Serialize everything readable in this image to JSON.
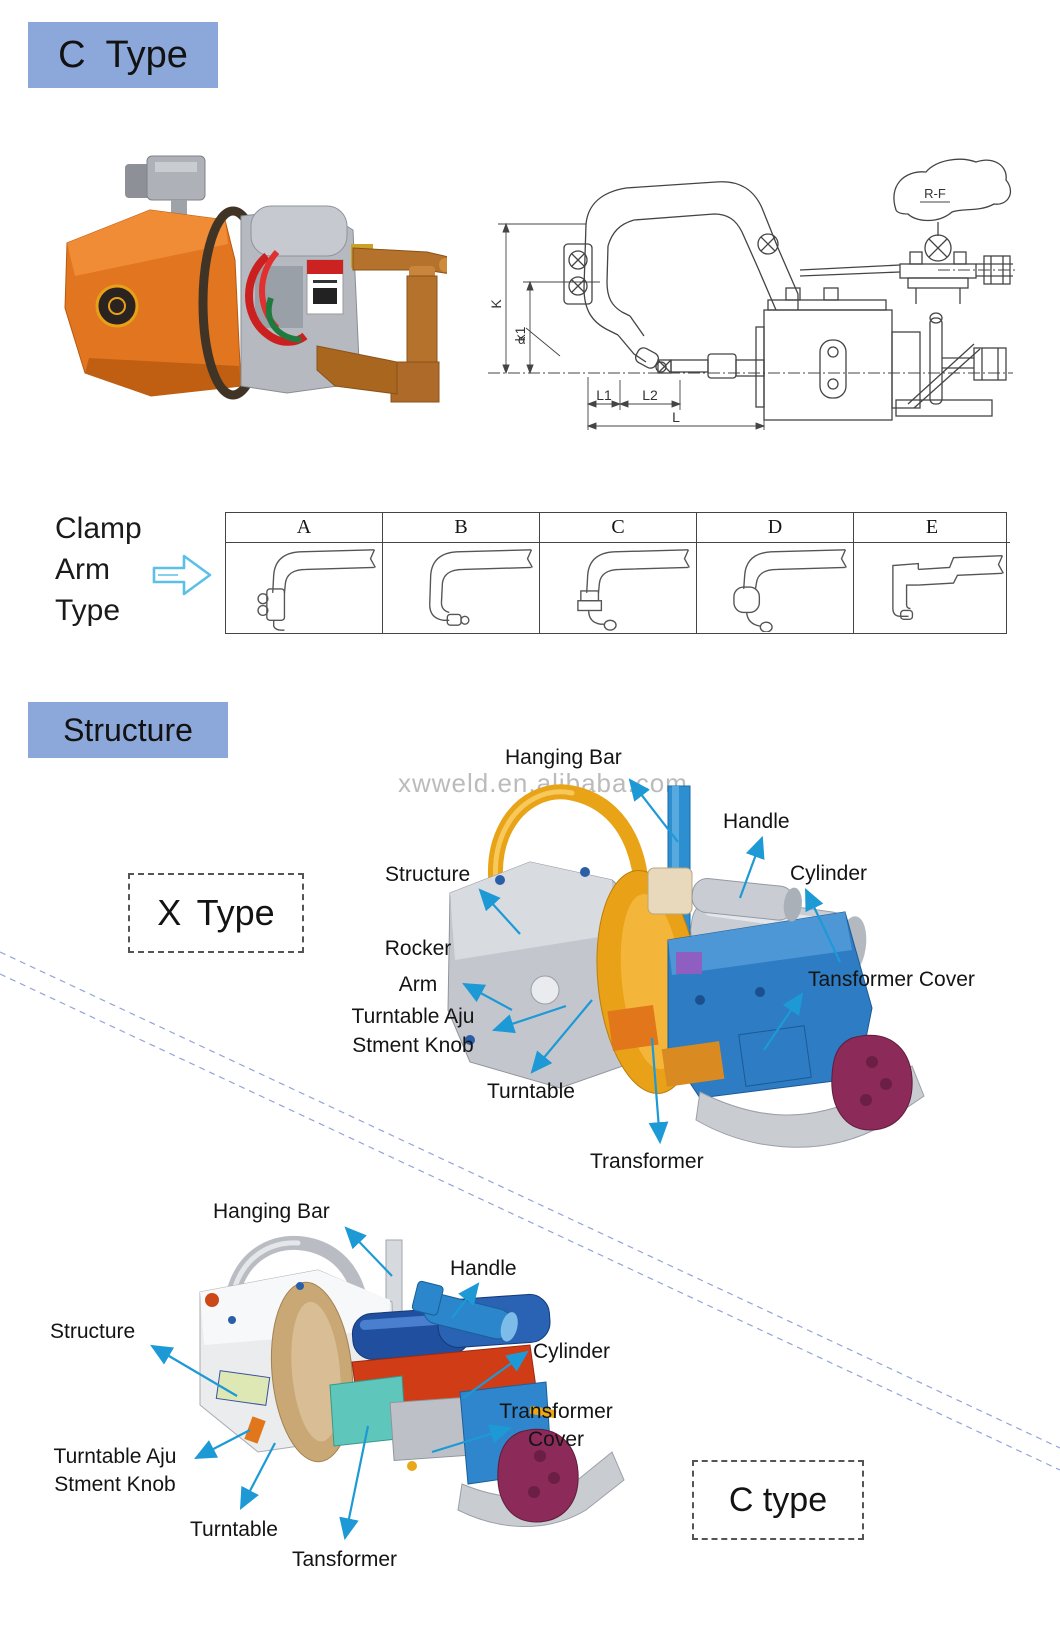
{
  "colors": {
    "header_bg": "#8CA7D9",
    "arrow_blue": "#1d9ad6",
    "diagonal_dash": "#93a4d8",
    "watermark_gray": "#b0b0b0",
    "machine_yellow": "#e8a317",
    "machine_blue": "#2d7cc4",
    "machine_maroon": "#8c2a59",
    "machine_orange_body": "#e2751f",
    "copper": "#b5722d"
  },
  "headers": {
    "c_type": "C Type",
    "structure": "Structure"
  },
  "clamp_arm": {
    "title_line1": "Clamp",
    "title_line2": "Arm",
    "title_line3": "Type",
    "columns": [
      "A",
      "B",
      "C",
      "D",
      "E"
    ]
  },
  "drawing": {
    "dim_labels": {
      "k": "K",
      "k1": "k1",
      "alpha": "α",
      "l1": "L1",
      "l2": "L2",
      "l": "L",
      "rf": "R-F"
    }
  },
  "watermark": {
    "text": "xwweld.en.alibaba.com"
  },
  "x_type": {
    "tag": "X Type",
    "labels": {
      "hanging_bar": "Hanging Bar",
      "handle": "Handle",
      "cylinder": "Cylinder",
      "structure": "Structure",
      "rocker_arm_1": "Rocker",
      "rocker_arm_2": "Arm",
      "turntable_knob_1": "Turntable Aju",
      "turntable_knob_2": "Stment Knob",
      "turntable": "Turntable",
      "transformer": "Transformer",
      "transformer_cover": "Tansformer Cover"
    }
  },
  "c_type": {
    "tag": "C type",
    "labels": {
      "hanging_bar": "Hanging Bar",
      "handle": "Handle",
      "structure": "Structure",
      "cylinder": "Cylinder",
      "transformer_cover_1": "Transformer",
      "transformer_cover_2": "Cover",
      "turntable_knob_1": "Turntable Aju",
      "turntable_knob_2": "Stment Knob",
      "turntable": "Turntable",
      "transformer": "Tansformer"
    }
  }
}
